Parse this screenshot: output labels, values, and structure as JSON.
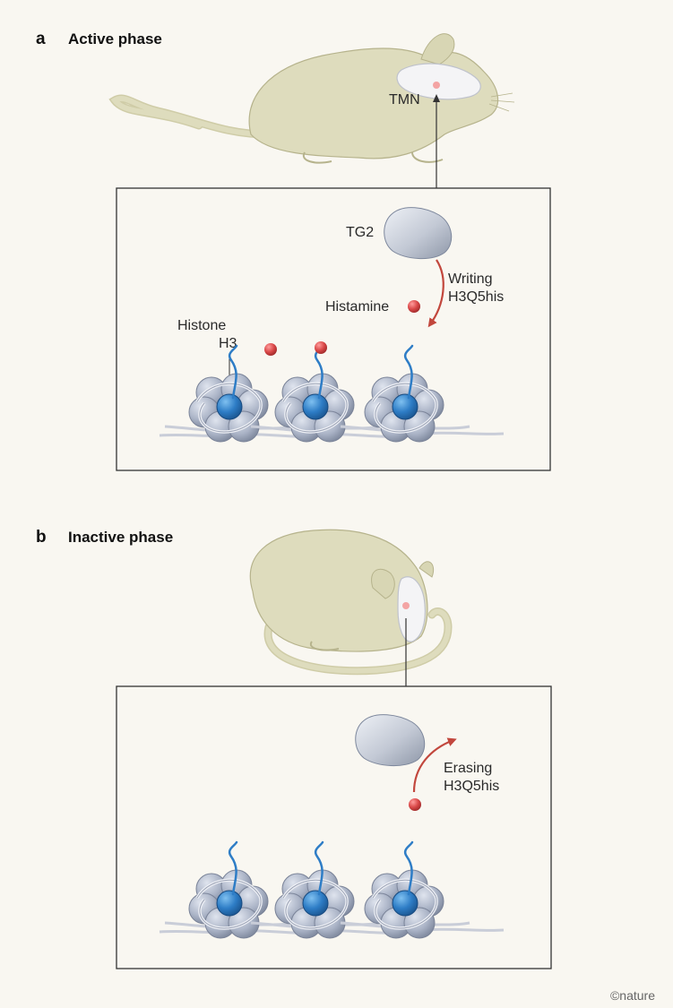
{
  "panels": [
    {
      "letter": "a",
      "title": "Active phase",
      "labels": {
        "brain_region": "TMN",
        "enzyme": "TG2",
        "arrow": [
          "Writing",
          "H3Q5his"
        ],
        "molecule": "Histamine",
        "histone": [
          "Histone",
          "H3"
        ]
      }
    },
    {
      "letter": "b",
      "title": "Inactive phase",
      "labels": {
        "arrow": [
          "Erasing",
          "H3Q5his"
        ]
      }
    }
  ],
  "credit": "©nature",
  "colors": {
    "background": "#f9f7f1",
    "rat": "#dedcbd",
    "histone_core": "#aab3c6",
    "histone_h3": "#2e7dc6",
    "histamine": "#d94848",
    "arrow": "#c2473d",
    "box_border": "#333333"
  }
}
